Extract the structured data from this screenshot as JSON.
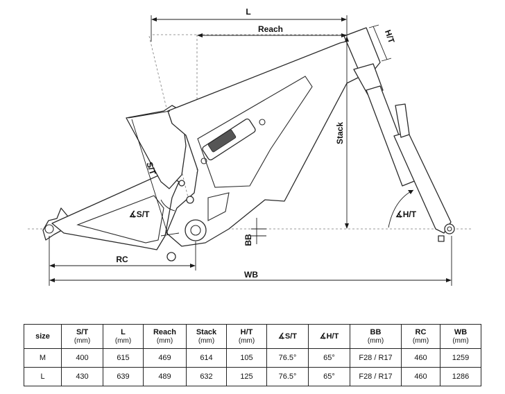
{
  "diagram": {
    "labels": {
      "L": "L",
      "Reach": "Reach",
      "HT": "H/T",
      "Stack": "Stack",
      "ST": "S/T",
      "ST_angle": "∡S/T",
      "HT_angle": "∡H/T",
      "BB": "BB",
      "RC": "RC",
      "WB": "WB"
    }
  },
  "table": {
    "headers": [
      {
        "main": "size",
        "unit": ""
      },
      {
        "main": "S/T",
        "unit": "(mm)"
      },
      {
        "main": "L",
        "unit": "(mm)"
      },
      {
        "main": "Reach",
        "unit": "(mm)"
      },
      {
        "main": "Stack",
        "unit": "(mm)"
      },
      {
        "main": "H/T",
        "unit": "(mm)"
      },
      {
        "main": "∡S/T",
        "unit": ""
      },
      {
        "main": "∡H/T",
        "unit": ""
      },
      {
        "main": "BB",
        "unit": "(mm)"
      },
      {
        "main": "RC",
        "unit": "(mm)"
      },
      {
        "main": "WB",
        "unit": "(mm)"
      }
    ],
    "rows": [
      [
        "M",
        "400",
        "615",
        "469",
        "614",
        "105",
        "76.5°",
        "65°",
        "F28 / R17",
        "460",
        "1259"
      ],
      [
        "L",
        "430",
        "639",
        "489",
        "632",
        "125",
        "76.5°",
        "65°",
        "F28 / R17",
        "460",
        "1286"
      ]
    ]
  }
}
